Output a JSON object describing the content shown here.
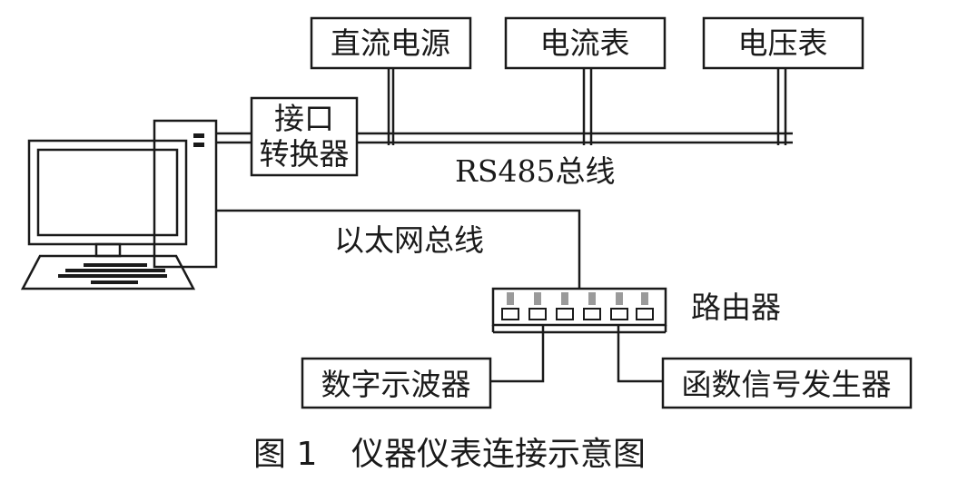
{
  "diagram": {
    "devices": {
      "dc_power": "直流电源",
      "ammeter": "电流表",
      "voltmeter": "电压表",
      "converter_line1": "接口",
      "converter_line2": "转换器",
      "router": "路由器",
      "oscilloscope": "数字示波器",
      "signal_generator": "函数信号发生器"
    },
    "buses": {
      "rs485": "RS485总线",
      "ethernet": "以太网总线"
    },
    "caption": {
      "number": "图 1",
      "title": "仪器仪表连接示意图"
    }
  }
}
